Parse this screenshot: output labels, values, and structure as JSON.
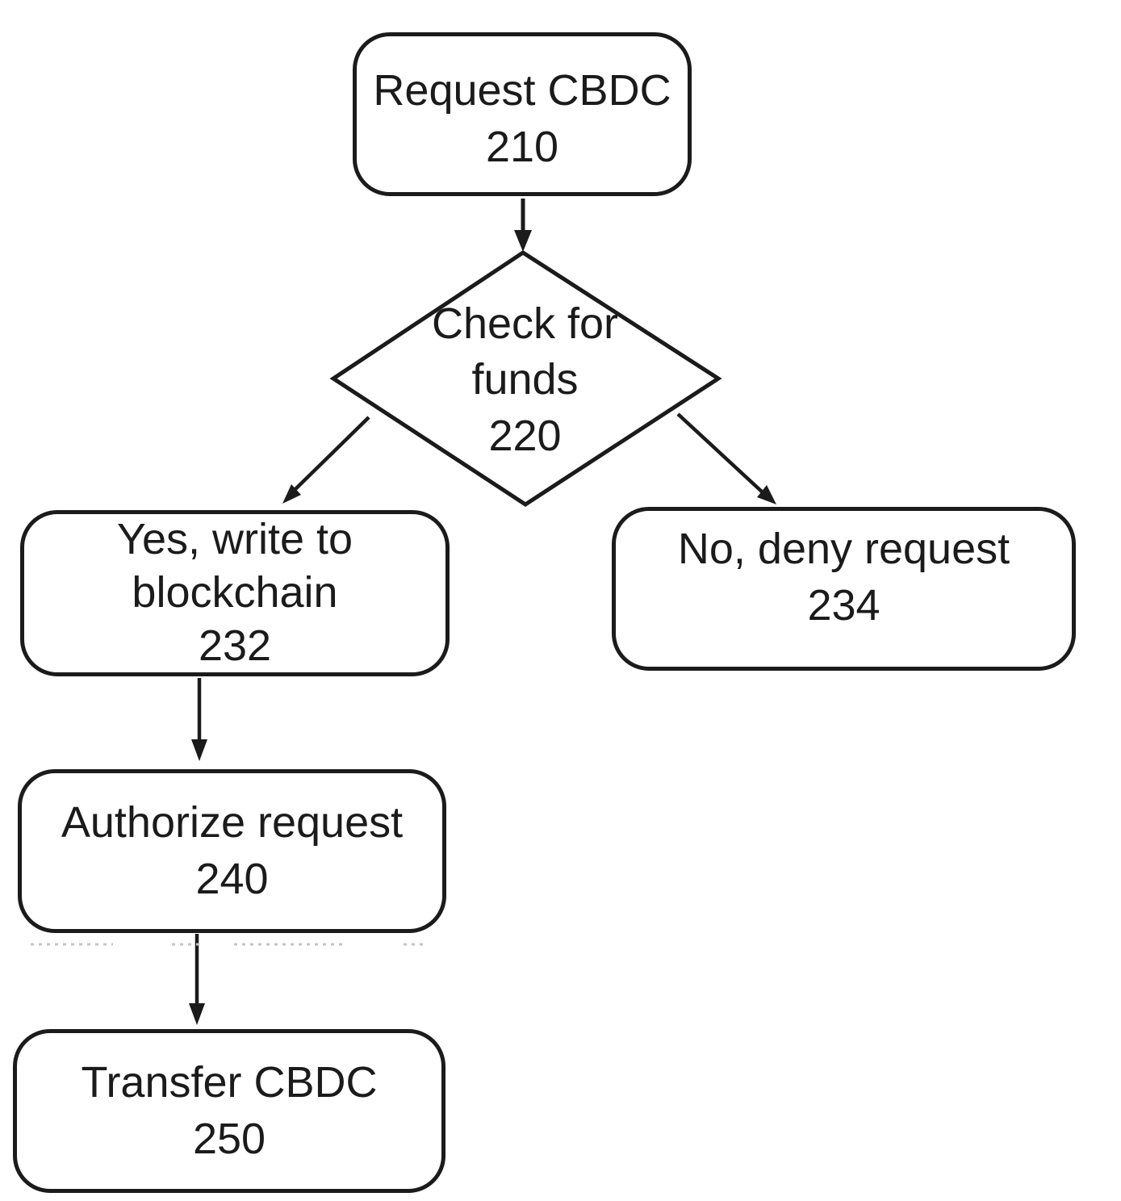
{
  "diagram": {
    "type": "flowchart",
    "background_color": "#ffffff",
    "stroke_color": "#1b1b1b",
    "nodes": {
      "n210": {
        "shape": "rounded-rect",
        "line1": "Request CBDC",
        "ref": "210"
      },
      "n220": {
        "shape": "diamond",
        "line1": "Check for",
        "line2": "funds",
        "ref": "220"
      },
      "n232": {
        "shape": "rounded-rect",
        "line1": "Yes, write to",
        "line2": "blockchain",
        "ref": "232"
      },
      "n234": {
        "shape": "rounded-rect",
        "line1": "No, deny request",
        "ref": "234"
      },
      "n240": {
        "shape": "rounded-rect",
        "line1": "Authorize request",
        "ref": "240"
      },
      "n250": {
        "shape": "rounded-rect",
        "line1": "Transfer CBDC",
        "ref": "250"
      }
    },
    "edges": [
      {
        "from": "210",
        "to": "220",
        "label": ""
      },
      {
        "from": "220",
        "to": "232",
        "label": ""
      },
      {
        "from": "220",
        "to": "234",
        "label": ""
      },
      {
        "from": "232",
        "to": "240",
        "label": ""
      },
      {
        "from": "240",
        "to": "250",
        "label": ""
      }
    ]
  }
}
